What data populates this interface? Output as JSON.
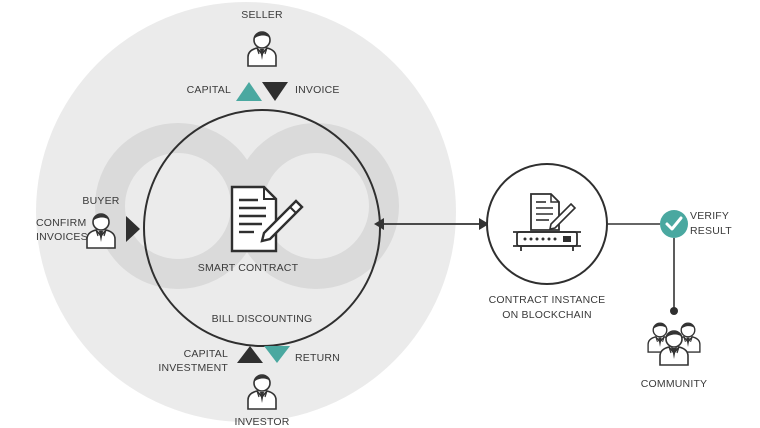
{
  "labels": {
    "seller": "SELLER",
    "capital": "CAPITAL",
    "invoice": "INVOICE",
    "buyer": "BUYER",
    "confirm_line1": "CONFIRM",
    "confirm_line2": "INVOICES",
    "smart_contract": "SMART CONTRACT",
    "bill_discounting": "BILL DISCOUNTING",
    "capital_investment_line1": "CAPITAL",
    "capital_investment_line2": "INVESTMENT",
    "return": "RETURN",
    "investor": "INVESTOR",
    "contract_instance_line1": "CONTRACT INSTANCE",
    "contract_instance_line2": "ON BLOCKCHAIN",
    "verify_line1": "VERIFY",
    "verify_line2": "RESULT",
    "community": "COMMUNITY"
  },
  "colors": {
    "outer_circle": "#ebebeb",
    "infinity_shape": "#dadada",
    "line": "#333333",
    "teal": "#4aa8a0",
    "dark": "#2f2f2f"
  },
  "icons": {
    "seller": "businessman-icon",
    "buyer": "businessman-icon",
    "investor": "businessman-icon",
    "contract": "document-pen-icon",
    "blockchain": "document-server-icon",
    "verify": "check-circle-icon",
    "community": "people-group-icon"
  }
}
